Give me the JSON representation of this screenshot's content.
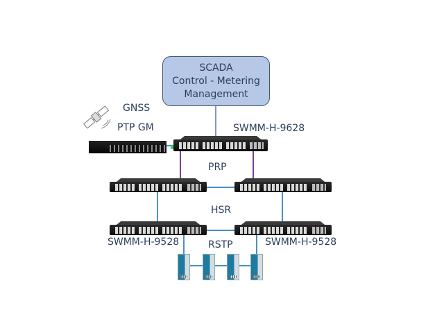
{
  "scada_box": {
    "line1": "SCADA",
    "line2": "Control - Metering",
    "line3": "Management"
  },
  "labels": {
    "gnss": "GNSS",
    "ptp_gm": "PTP GM",
    "core_switch": "SWMM-H-9628",
    "prp": "PRP",
    "hsr": "HSR",
    "rstp": "RSTP",
    "edge_switch_left": "SWMM-H-9528",
    "edge_switch_right": "SWMM-H-9528"
  },
  "colors": {
    "scada_fill": "#b7c7e6",
    "scada_border": "#3f5678",
    "text": "#2b3f5c",
    "link_blue": "#4a8fc4",
    "link_purple": "#7a3f96"
  }
}
